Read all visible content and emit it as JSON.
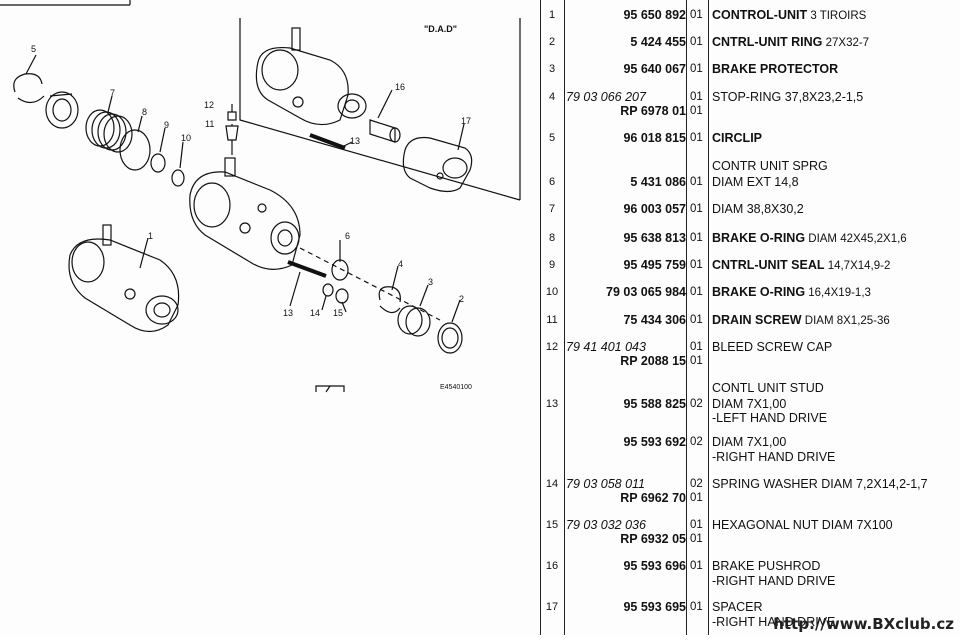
{
  "diagram": {
    "dad_label": "\"D.A.D\"",
    "figure_code": "E4540100",
    "callouts": [
      "1",
      "2",
      "3",
      "4",
      "5",
      "6",
      "7",
      "8",
      "9",
      "10",
      "11",
      "12",
      "13",
      "14",
      "15",
      "16",
      "17",
      "13"
    ]
  },
  "rows": [
    {
      "num": "1",
      "ref": "95 650 892",
      "qty": "01",
      "title": "CONTROL-UNIT",
      "title_small": " 3 TIROIRS"
    },
    {
      "num": "2",
      "ref": "5 424 455",
      "qty": "01",
      "title": "CNTRL-UNIT RING",
      "title_small": " 27X32-7"
    },
    {
      "num": "3",
      "ref": "95 640 067",
      "qty": "01",
      "title": "BRAKE PROTECTOR",
      "title_small": ""
    },
    {
      "num": "4",
      "ref1": "79 03 066 207",
      "ref2": "RP 6978 01",
      "qty1": "01",
      "qty2": "01",
      "italic": "STOP-RING 37,8X23,2-1,5"
    },
    {
      "num": "5",
      "ref": "96 018 815",
      "qty": "01",
      "title": "CIRCLIP",
      "title_small": ""
    },
    {
      "num": "6",
      "header": "CONTR UNIT SPRG",
      "ref": "5 431 086",
      "qty": "01",
      "sub": "DIAM EXT 14,8"
    },
    {
      "num": "7",
      "ref": "96 003 057",
      "qty": "01",
      "sub": "DIAM 38,8X30,2"
    },
    {
      "num": "8",
      "ref": "95 638 813",
      "qty": "01",
      "title": "BRAKE O-RING",
      "title_small": " DIAM 42X45,2X1,6"
    },
    {
      "num": "9",
      "ref": "95 495 759",
      "qty": "01",
      "title": "CNTRL-UNIT SEAL",
      "title_small": " 14,7X14,9-2"
    },
    {
      "num": "10",
      "ref": "79 03 065 984",
      "qty": "01",
      "title": "BRAKE O-RING",
      "title_small": " 16,4X19-1,3"
    },
    {
      "num": "11",
      "ref": "75 434 306",
      "qty": "01",
      "title": "DRAIN SCREW",
      "title_small": " DIAM 8X1,25-36"
    },
    {
      "num": "12",
      "ref1": "79 41 401 043",
      "ref2": "RP 2088 15",
      "qty1": "01",
      "qty2": "01",
      "italic": "BLEED SCREW CAP"
    },
    {
      "num": "13",
      "header": "CONTL UNIT STUD",
      "ref": "95 588 825",
      "qty": "02",
      "sub": "DIAM 7X1,00",
      "sub2": "-LEFT HAND DRIVE"
    },
    {
      "num": "",
      "ref": "95 593 692",
      "qty": "02",
      "sub": "DIAM 7X1,00",
      "sub2": "-RIGHT HAND DRIVE"
    },
    {
      "num": "14",
      "ref1": "79 03 058 011",
      "ref2": "RP 6962 70",
      "qty1": "02",
      "qty2": "01",
      "italic": "SPRING WASHER DIAM 7,2X14,2-1,7"
    },
    {
      "num": "15",
      "ref1": "79 03 032 036",
      "ref2": "RP 6932 05",
      "qty1": "01",
      "qty2": "01",
      "italic": "HEXAGONAL NUT DIAM 7X100"
    },
    {
      "num": "16",
      "ref": "95 593 696",
      "qty": "01",
      "title": "BRAKE PUSHROD",
      "title_small": "",
      "sub": "-RIGHT HAND DRIVE"
    },
    {
      "num": "17",
      "ref": "95 593 695",
      "qty": "01",
      "title": "SPACER",
      "title_small": "",
      "sub": "-RIGHT HAND DRIVE"
    }
  ],
  "watermark": "http://www.BXclub.cz"
}
